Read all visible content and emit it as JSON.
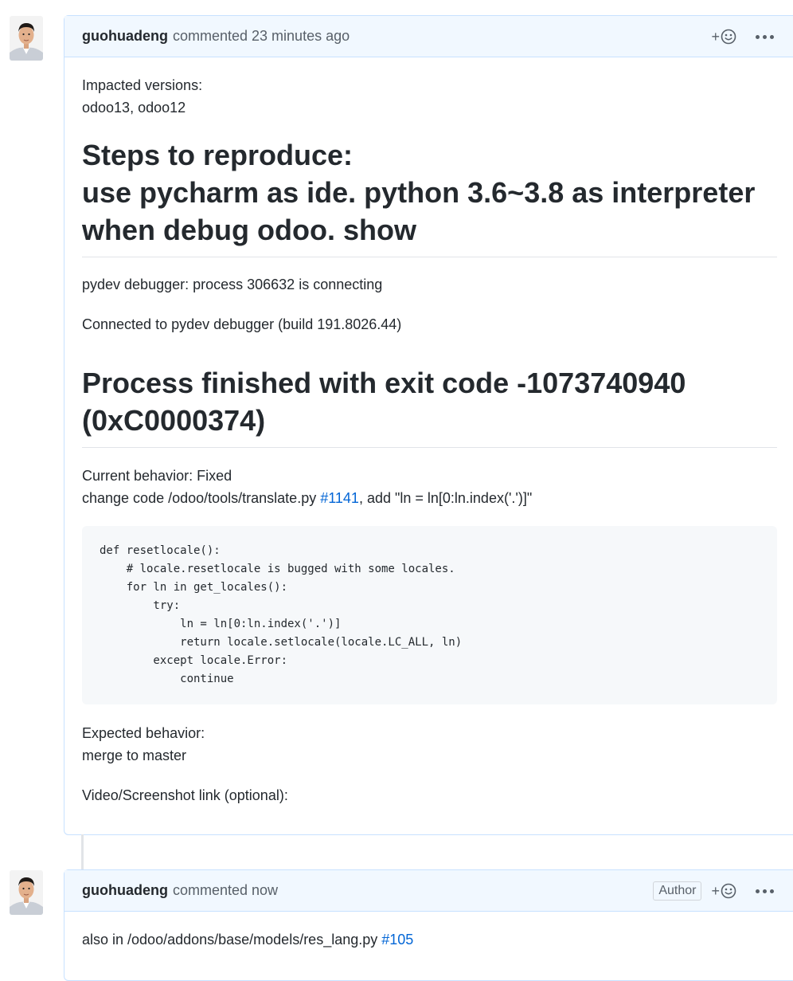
{
  "comments": [
    {
      "author": "guohuadeng",
      "action": "commented",
      "time": "23 minutes ago",
      "impacted_label": "Impacted versions:",
      "impacted_values": "odoo13, odoo12",
      "steps_heading_line1": "Steps to reproduce:",
      "steps_heading_line2": "use pycharm as ide. python 3.6~3.8 as interpreter when debug odoo. show",
      "debug_line1": "pydev debugger: process 306632 is connecting",
      "debug_line2": "Connected to pydev debugger (build 191.8026.44)",
      "process_heading": "Process finished with exit code -1073740940 (0xC0000374)",
      "current_behavior": "Current behavior: Fixed",
      "change_prefix": "change code /odoo/tools/translate.py ",
      "change_link": "#1141",
      "change_suffix": ", add \"ln = ln[0:ln.index('.')]\"",
      "code": "def resetlocale():\n    # locale.resetlocale is bugged with some locales.\n    for ln in get_locales():\n        try:\n            ln = ln[0:ln.index('.')]\n            return locale.setlocale(locale.LC_ALL, ln)\n        except locale.Error:\n            continue",
      "expected_label": "Expected behavior:",
      "expected_value": "merge to master",
      "video_label": "Video/Screenshot link (optional):"
    },
    {
      "author": "guohuadeng",
      "action": "commented",
      "time": "now",
      "badge": "Author",
      "text_prefix": "also in /odoo/addons/base/models/res_lang.py ",
      "text_link": "#105"
    }
  ],
  "reaction_plus": "+",
  "icons": {
    "reaction": "smiley-icon",
    "menu": "kebab-menu-icon"
  }
}
